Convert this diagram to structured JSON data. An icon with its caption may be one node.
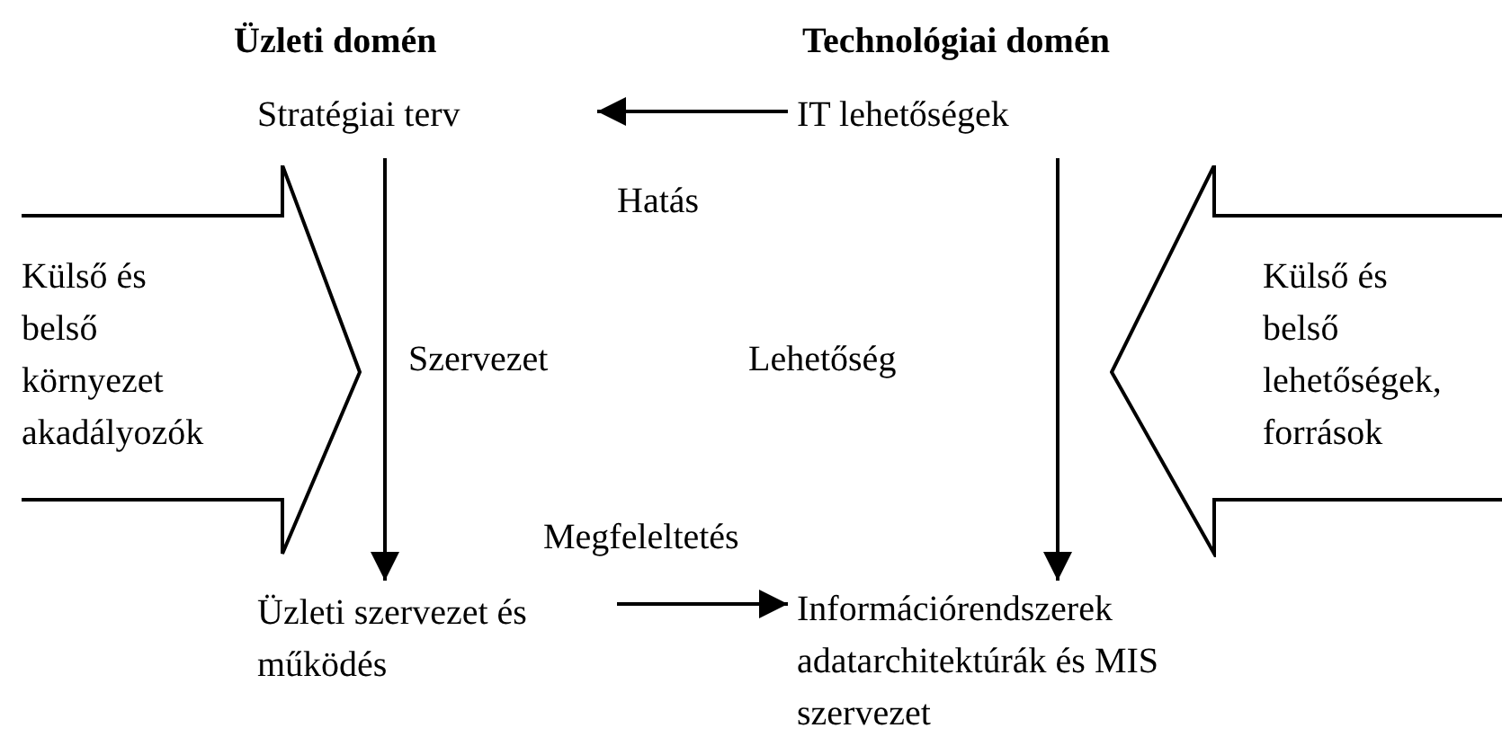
{
  "diagram": {
    "nodes": [
      {
        "text": [
          "Stratégiai terv"
        ]
      },
      {
        "text": [
          "IT lehetőségek"
        ]
      },
      {
        "text": [
          "Üzleti szervezet és működés"
        ]
      },
      {
        "text": [
          "Információrendszerek adatarchitektúrák és MIS szervezet"
        ]
      },
      {
        "text": [
          "Külső és belső környezet akadályozók"
        ]
      },
      {
        "text": [
          "Külső és belső lehetőségek, források"
        ]
      }
    ],
    "edges": [
      {
        "from": 1,
        "to": 0,
        "arrow": "to",
        "label": "Hatás"
      },
      {
        "from": 0,
        "to": 2,
        "arrow": "to",
        "label": "Szervezet"
      },
      {
        "from": 1,
        "to": 3,
        "arrow": "to",
        "label": "Lehetőség"
      },
      {
        "from": 2,
        "to": 3,
        "arrow": "to",
        "label": "Megfeleltetés"
      }
    ],
    "labels": [
      "Üzleti domén",
      "Technológiai domén"
    ]
  }
}
